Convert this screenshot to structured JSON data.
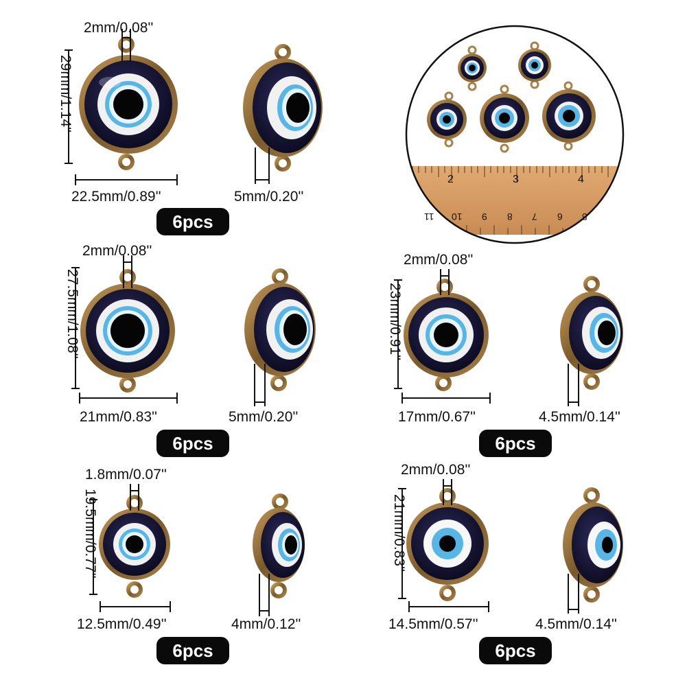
{
  "colors": {
    "bronze": "#7a5a2c",
    "bronze_light": "#b08a4e",
    "navy": "#161433",
    "white": "#f2f2f2",
    "sky": "#57b6e6",
    "black": "#050505",
    "wood": "#d49a63"
  },
  "products": [
    {
      "top": "2mm/0.08''",
      "height": "29mm/1.14''",
      "width": "22.5mm/0.89''",
      "thickness": "5mm/0.20''",
      "qty": "6pcs"
    },
    {
      "top": "2mm/0.08''",
      "height": "27.5mm/1.08''",
      "width": "21mm/0.83''",
      "thickness": "5mm/0.20''",
      "qty": "6pcs"
    },
    {
      "top": "2mm/0.08''",
      "height": "23mm/0.91''",
      "width": "17mm/0.67''",
      "thickness": "4.5mm/0.14''",
      "qty": "6pcs"
    },
    {
      "top": "1.8mm/0.07''",
      "height": "19.5mm/0.77''",
      "width": "12.5mm/0.49''",
      "thickness": "4mm/0.12''",
      "qty": "6pcs"
    },
    {
      "top": "2mm/0.08''",
      "height": "21mm/0.83''",
      "width": "14.5mm/0.57''",
      "thickness": "4.5mm/0.14''",
      "qty": "6pcs"
    }
  ],
  "ruler": {
    "top_numbers": [
      "2",
      "3",
      "4"
    ],
    "bottom_numbers": [
      "11",
      "10",
      "9",
      "8",
      "7",
      "6",
      "5"
    ]
  }
}
